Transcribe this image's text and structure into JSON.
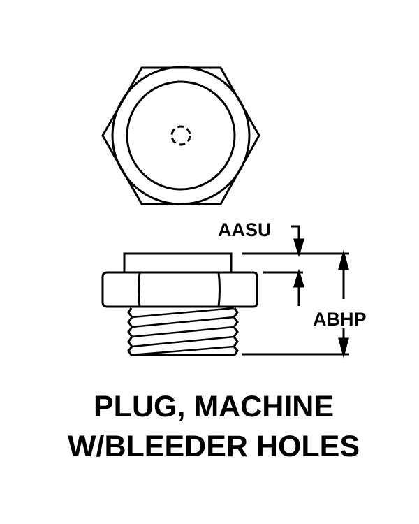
{
  "diagram": {
    "title_line1": "PLUG, MACHINE",
    "title_line2": "W/BLEEDER HOLES",
    "dimension_labels": {
      "top_height": "AASU",
      "overall_height": "ABHP"
    }
  }
}
